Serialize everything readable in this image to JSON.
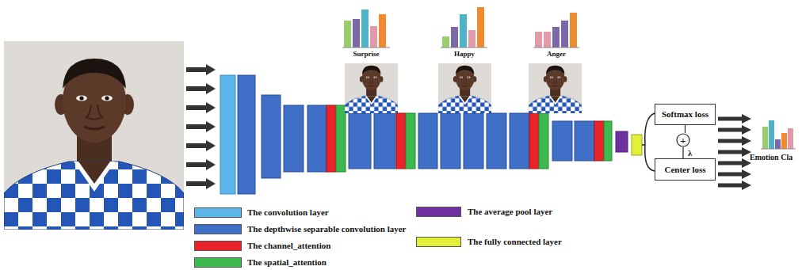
{
  "diagram": {
    "nodes": [
      {
        "text": [
          "Softmax loss"
        ]
      },
      {
        "text": [
          "+"
        ]
      },
      {
        "text": [
          "Center loss"
        ]
      }
    ],
    "edges": [
      {
        "from": 0,
        "to": 1,
        "arrow": "none"
      },
      {
        "from": 1,
        "to": 2,
        "arrow": "none",
        "label": "λ"
      }
    ],
    "labels": [
      "Surprise",
      "Happy",
      "Anger",
      "Emotion Cla"
    ],
    "legend": [
      {
        "text": "The convolution layer",
        "color": "#5bb5e8"
      },
      {
        "text": "The depthwise separable convolution layer",
        "color": "#3f6fc6"
      },
      {
        "text": "The channel_attention",
        "color": "#e8232a"
      },
      {
        "text": "The spatial_attention",
        "color": "#3dba4e"
      },
      {
        "text": "The average pool layer",
        "color": "#7030a0"
      },
      {
        "text": "The fully connected layer",
        "color": "#e2f03a"
      }
    ]
  }
}
